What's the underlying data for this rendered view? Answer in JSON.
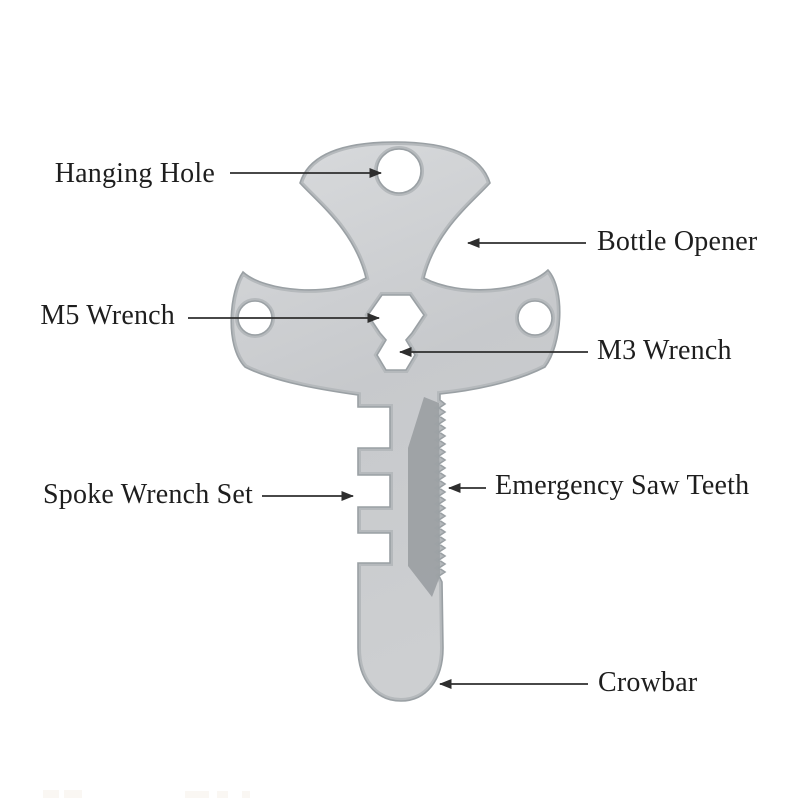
{
  "labels": [
    {
      "id": "hanging-hole",
      "text": "Hanging Hole"
    },
    {
      "id": "bottle-opener",
      "text": "Bottle Opener"
    },
    {
      "id": "m5-wrench",
      "text": "M5 Wrench"
    },
    {
      "id": "m3-wrench",
      "text": "M3 Wrench"
    },
    {
      "id": "spoke-wrench-set",
      "text": "Spoke Wrench Set"
    },
    {
      "id": "emergency-saw-teeth",
      "text": "Emergency Saw Teeth"
    },
    {
      "id": "crowbar",
      "text": "Crowbar"
    }
  ],
  "colors": {
    "background": "#ffffff",
    "label_text": "#1e1e1e",
    "arrow": "#2e2e2e",
    "tool_body_light": "#d7d9db",
    "tool_body_mid": "#c6c8cb",
    "tool_bevel_dark": "#9ba0a3",
    "tool_outline": "#9aa0a4"
  }
}
